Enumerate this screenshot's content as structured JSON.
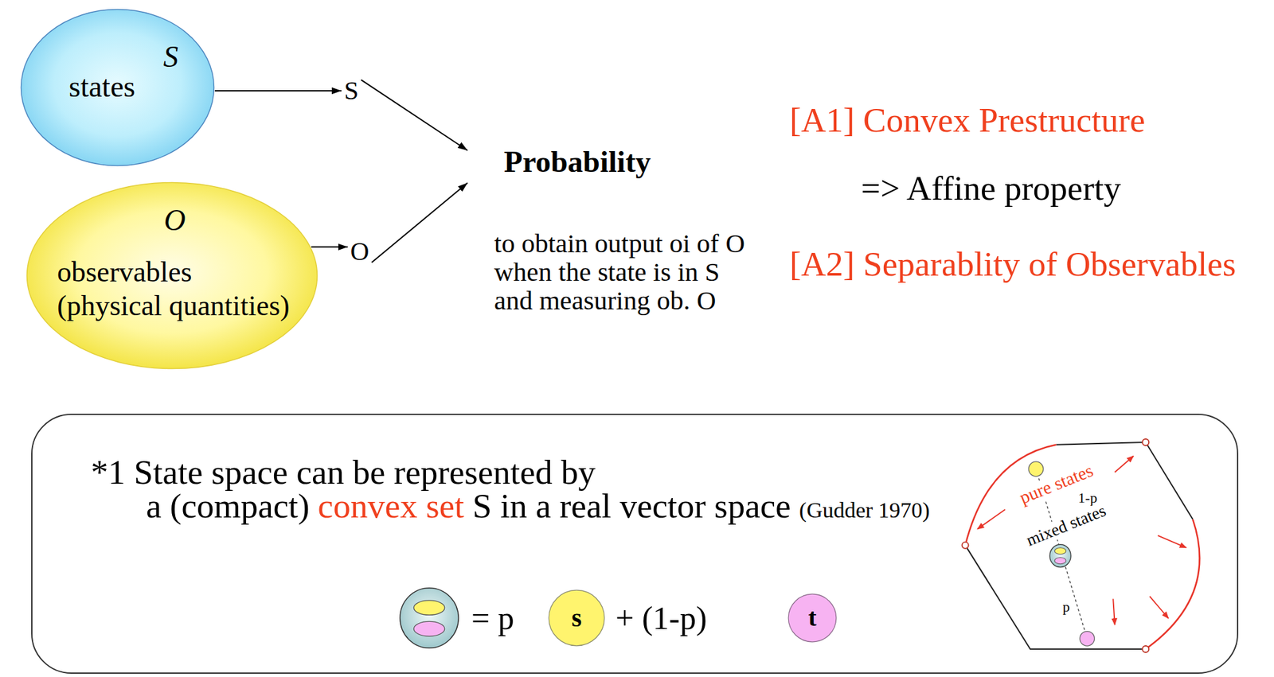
{
  "diagram": {
    "nodes": [
      {
        "text": [
          "S",
          "states"
        ]
      },
      {
        "text": [
          "S"
        ]
      },
      {
        "text": [
          "O",
          "observables",
          "(physical quantities)"
        ]
      },
      {
        "text": [
          "O"
        ]
      },
      {
        "text": [
          "Probability",
          "to obtain output oi of O when the state is in S and measuring ob. O"
        ]
      },
      {
        "text": [
          "*1 State space can be represented by",
          "a (compact)",
          "convex set",
          "S in a real vector space",
          "(Gudder 1970)"
        ]
      },
      {
        "text": [
          "s"
        ],
        "in": 5
      },
      {
        "text": [
          "t"
        ],
        "in": 5
      }
    ],
    "edges": [
      {
        "from": 0,
        "to": 1,
        "arrow": "to"
      },
      {
        "from": 2,
        "to": 3,
        "arrow": "to"
      },
      {
        "from": 1,
        "to": 4,
        "arrow": "to"
      },
      {
        "from": 3,
        "to": 4,
        "arrow": "to"
      }
    ],
    "labels": [
      "[A1] Convex Prestructure",
      "=> Affine property",
      "[A2] Separablity of Observables",
      "= p",
      "+ (1-p)",
      "pure states",
      "1-p",
      "mixed states",
      "p"
    ]
  }
}
